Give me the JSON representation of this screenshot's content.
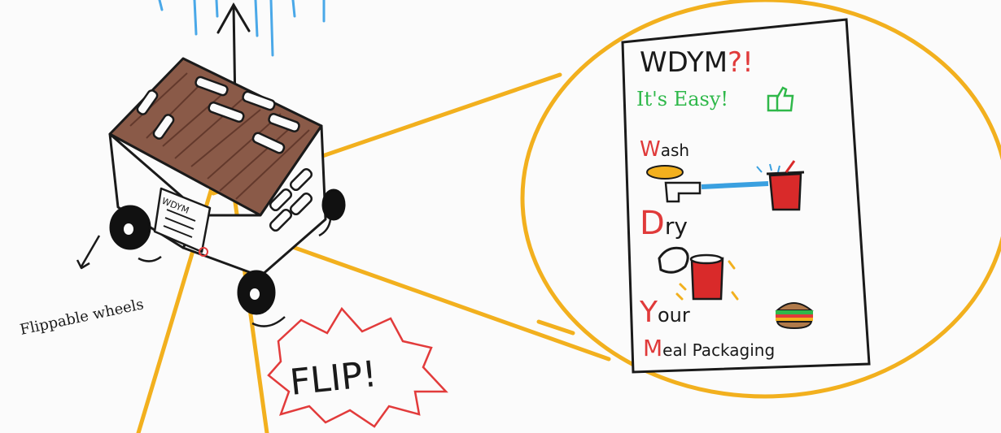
{
  "colors": {
    "background": "#fbfbfb",
    "outline": "#1a1a1a",
    "roof_brown": "#7a4a3a",
    "callout_orange": "#f2b01e",
    "rain_blue": "#4aa8e8",
    "burst_red": "#e23b3b",
    "title_red": "#e03a3a",
    "easy_green": "#2fb84a",
    "water_blue": "#3aa0e0",
    "cup_red": "#d92a2a",
    "splash_yellow": "#f2b01e"
  },
  "cart": {
    "side_panel_title": "WDYM",
    "wheel_note": "Flippable wheels"
  },
  "burst": {
    "text": "FLIP!"
  },
  "poster": {
    "title_black": "WDYM",
    "title_red": "?!",
    "subtitle": "It's Easy!",
    "thumbs_icon": "thumbs-up-icon",
    "steps": [
      {
        "initial": "W",
        "rest": "ash",
        "icon": "faucet-and-cup-icon"
      },
      {
        "initial": "D",
        "rest": "ry",
        "icon": "wind-drying-cup-icon"
      },
      {
        "initial": "Y",
        "rest": "our",
        "icon": "burger-icon"
      },
      {
        "initial": "M",
        "rest": "eal Packaging",
        "icon": ""
      }
    ]
  }
}
